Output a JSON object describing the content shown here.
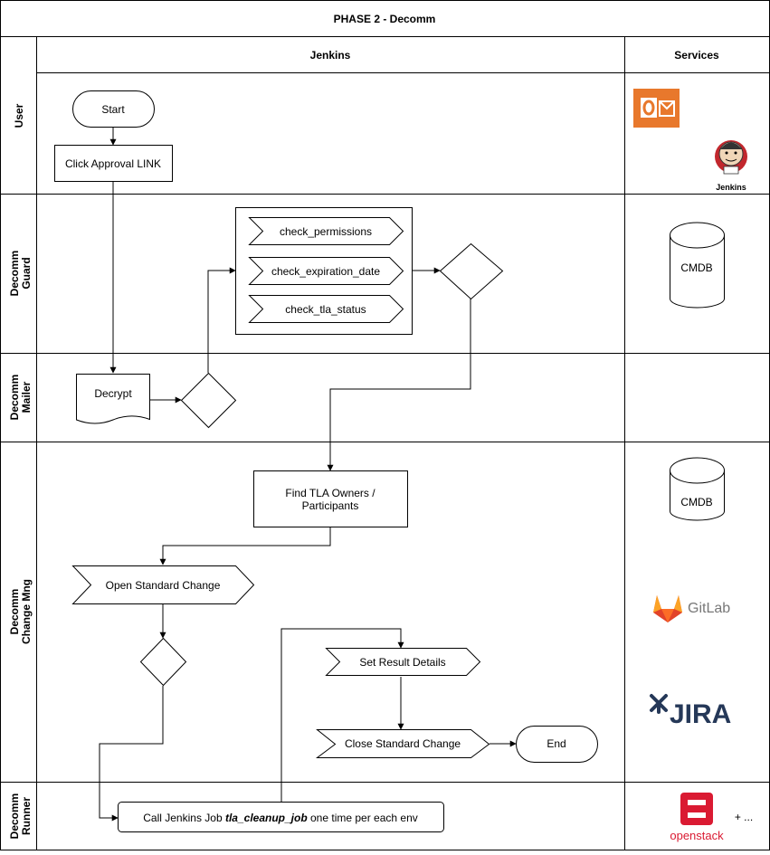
{
  "title": "PHASE 2 - Decomm",
  "columns": {
    "jenkins": "Jenkins",
    "services": "Services"
  },
  "lanes": {
    "user": "User",
    "guard_1": "Decomm",
    "guard_2": "Guard",
    "mailer_1": "Decomm",
    "mailer_2": "Mailer",
    "change_1": "Decomm",
    "change_2": "Change Mng",
    "runner_1": "Decomm",
    "runner_2": "Runner"
  },
  "nodes": {
    "start": "Start",
    "click_approval": "Click Approval LINK",
    "check_permissions": "check_permissions",
    "check_expiration": "check_expiration_date",
    "check_tla": "check_tla_status",
    "decrypt": "Decrypt",
    "find_owners_1": "Find TLA Owners /",
    "find_owners_2": "Participants",
    "open_change": "Open Standard Change",
    "set_result": "Set Result Details",
    "close_change": "Close Standard Change",
    "end": "End",
    "call_job_prefix": "Call Jenkins Job ",
    "call_job_name": "tla_cleanup_job",
    "call_job_suffix": " one time per each env"
  },
  "services": {
    "jenkins_logo": "Jenkins",
    "cmdb_guard": "CMDB",
    "cmdb_change": "CMDB",
    "gitlab": "GitLab",
    "jira": "JIRA",
    "openstack": "openstack",
    "more": "+ ..."
  },
  "icons": [
    "outlook-icon",
    "jenkins-icon",
    "gitlab-icon",
    "jira-icon",
    "openstack-icon"
  ],
  "colors": {
    "outlook": "#e8782c",
    "gitlab_orange": "#e24329",
    "jira_blue": "#253858",
    "openstack_red": "#da1a32",
    "jenkins_red": "#c2272d"
  }
}
